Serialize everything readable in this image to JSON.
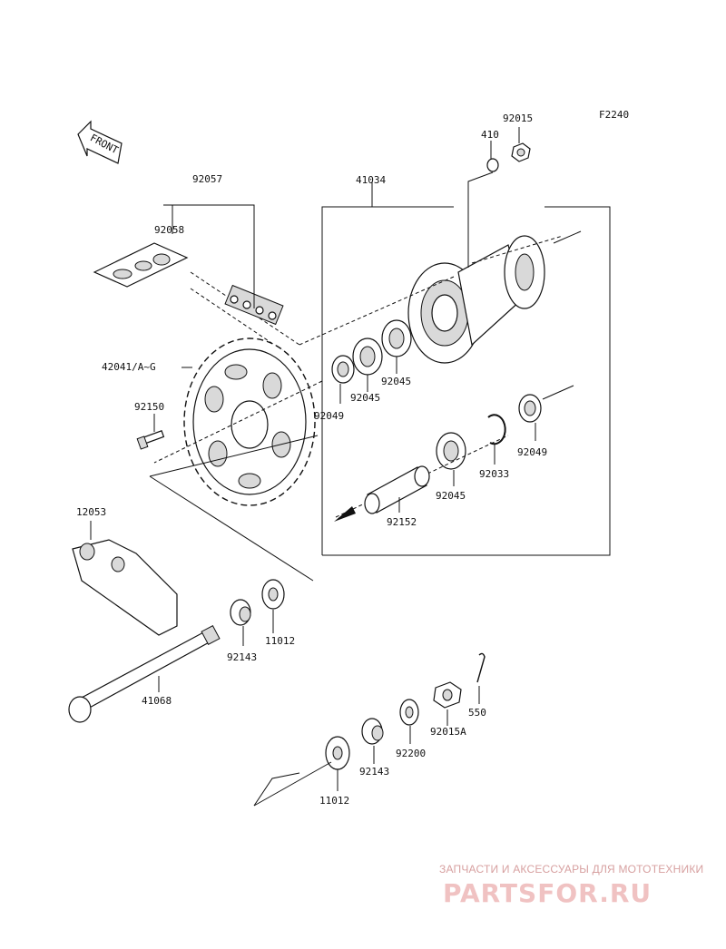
{
  "diagram_code": "F2240",
  "front_arrow_label": "FRONT",
  "part_labels": [
    {
      "id": "p92015a",
      "text": "92015"
    },
    {
      "id": "p410",
      "text": "410"
    },
    {
      "id": "p41034",
      "text": "41034"
    },
    {
      "id": "p92057",
      "text": "92057"
    },
    {
      "id": "p92058",
      "text": "92058"
    },
    {
      "id": "p42041",
      "text": "42041/A~G"
    },
    {
      "id": "p92150",
      "text": "92150"
    },
    {
      "id": "p92049a",
      "text": "92049"
    },
    {
      "id": "p92045a",
      "text": "92045"
    },
    {
      "id": "p92045b",
      "text": "92045"
    },
    {
      "id": "p92049b",
      "text": "92049"
    },
    {
      "id": "p92033",
      "text": "92033"
    },
    {
      "id": "p92045c",
      "text": "92045"
    },
    {
      "id": "p92152",
      "text": "92152"
    },
    {
      "id": "p12053",
      "text": "12053"
    },
    {
      "id": "p11012a",
      "text": "11012"
    },
    {
      "id": "p92143a",
      "text": "92143"
    },
    {
      "id": "p41068",
      "text": "41068"
    },
    {
      "id": "p550",
      "text": "550"
    },
    {
      "id": "p92015b",
      "text": "92015A"
    },
    {
      "id": "p92200",
      "text": "92200"
    },
    {
      "id": "p92143b",
      "text": "92143"
    },
    {
      "id": "p11012b",
      "text": "11012"
    }
  ],
  "watermark": {
    "tagline": "ЗАПЧАСТИ И АКСЕССУАРЫ ДЛЯ МОТОТЕХНИКИ",
    "brand": "PARTSFOR.RU"
  }
}
